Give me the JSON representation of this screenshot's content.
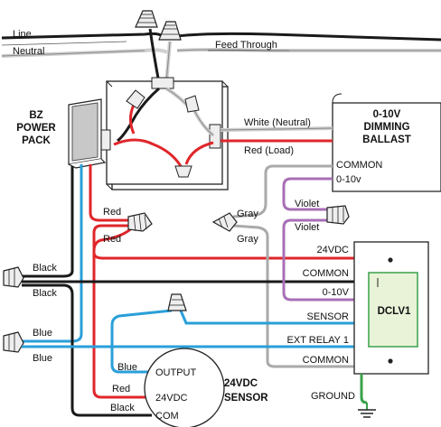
{
  "labels": {
    "line": "Line",
    "neutral": "Neutral",
    "feed_through": "Feed Through",
    "power_pack": [
      "BZ",
      "POWER",
      "PACK"
    ],
    "ballast": [
      "0-10V",
      "DIMMING",
      "BALLAST"
    ],
    "white_neutral": "White (Neutral)",
    "red_load": "Red (Load)",
    "ballast_common": "COMMON",
    "ballast_0_10v": "0-10v",
    "red_upper": "Red",
    "red_lower": "Red",
    "gray_upper": "Gray",
    "gray_lower": "Gray",
    "violet_upper": "Violet",
    "violet_lower": "Violet",
    "black_upper": "Black",
    "black_lower": "Black",
    "blue_upper": "Blue",
    "blue_lower": "Blue",
    "dclv_24vdc": "24VDC",
    "dclv_common": "COMMON",
    "dclv_0_10v": "0-10V",
    "dclv_sensor": "SENSOR",
    "dclv_ext_relay": "EXT RELAY 1",
    "dclv_common2": "COMMON",
    "dclv_name": "DCLV1",
    "ground": "GROUND",
    "sensor_output": "OUTPUT",
    "sensor_24vdc": "24VDC",
    "sensor_com": "COM",
    "sensor_blue": "Blue",
    "sensor_red": "Red",
    "sensor_black": "Black",
    "sensor_name": [
      "24VDC",
      "SENSOR"
    ]
  },
  "colors": {
    "black": "#1a1a1a",
    "red": "#e0262b",
    "blue": "#2a9fd8",
    "gray": "#aaaaaa",
    "violet": "#a86fb5",
    "green": "#3aa14a"
  }
}
